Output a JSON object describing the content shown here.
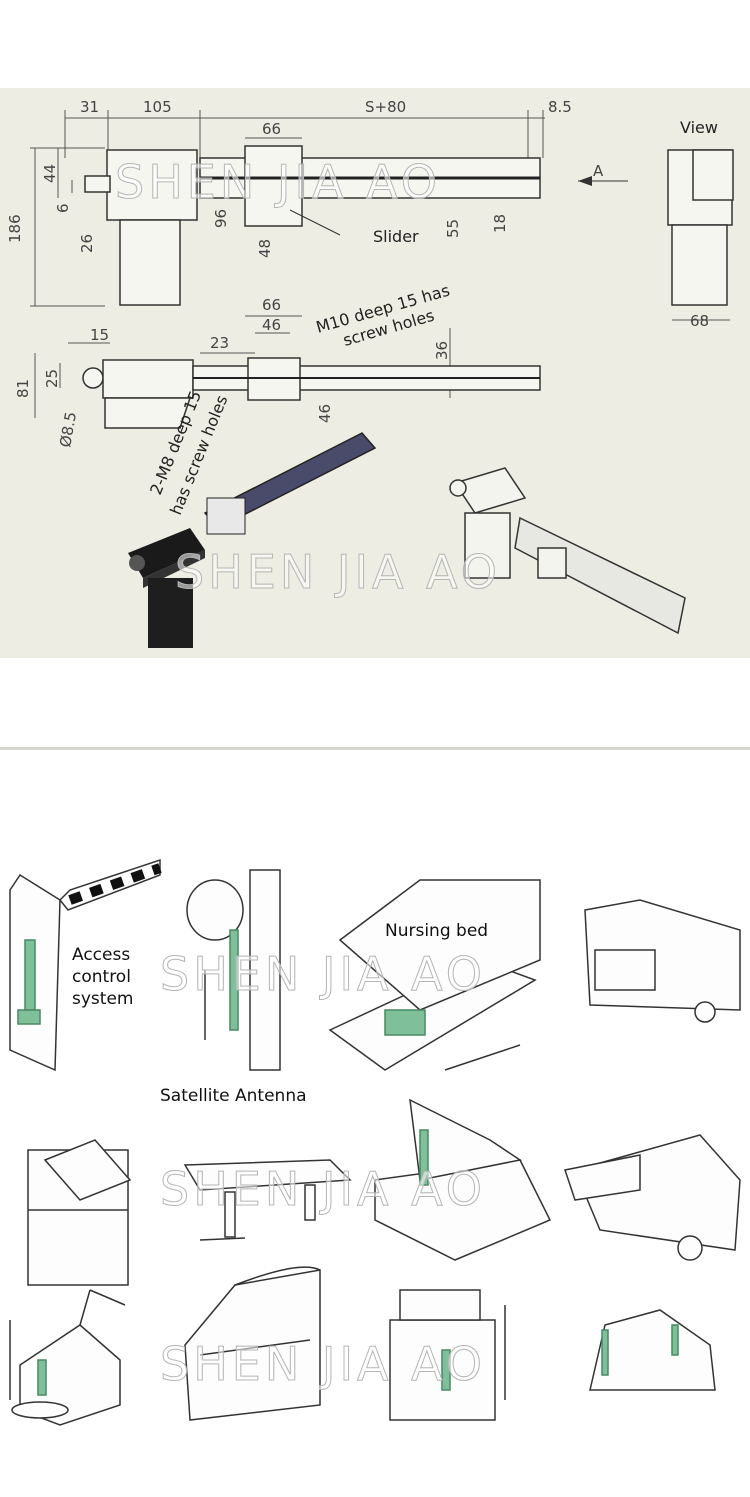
{
  "drawing": {
    "dimensions_top": [
      "31",
      "105",
      "S+80",
      "8.5",
      "66"
    ],
    "dimensions_left": [
      "44",
      "6",
      "26",
      "186",
      "96",
      "48",
      "55",
      "18"
    ],
    "dimensions_mid": [
      "15",
      "66",
      "46",
      "23",
      "36",
      "81",
      "25",
      "46",
      "Ø8.5"
    ],
    "view_label": "View",
    "view_arrow_label": "A",
    "view_width": "68",
    "slider_label": "Slider",
    "note_m10_line1": "M10 deep 15 has",
    "note_m10_line2": "screw holes",
    "note_m8_line1": "2-M8 deep 15",
    "note_m8_line2": "has screw holes",
    "watermark": "SHEN JIA AO"
  },
  "applications": {
    "access_control": [
      "Access",
      "control",
      "system"
    ],
    "satellite": "Satellite Antenna",
    "nursing_bed": "Nursing bed",
    "watermark": "SHEN JIA AO"
  },
  "colors": {
    "panel_bg": "#eeede3",
    "actuator_green": "#7fbf9a",
    "line": "#333333"
  }
}
